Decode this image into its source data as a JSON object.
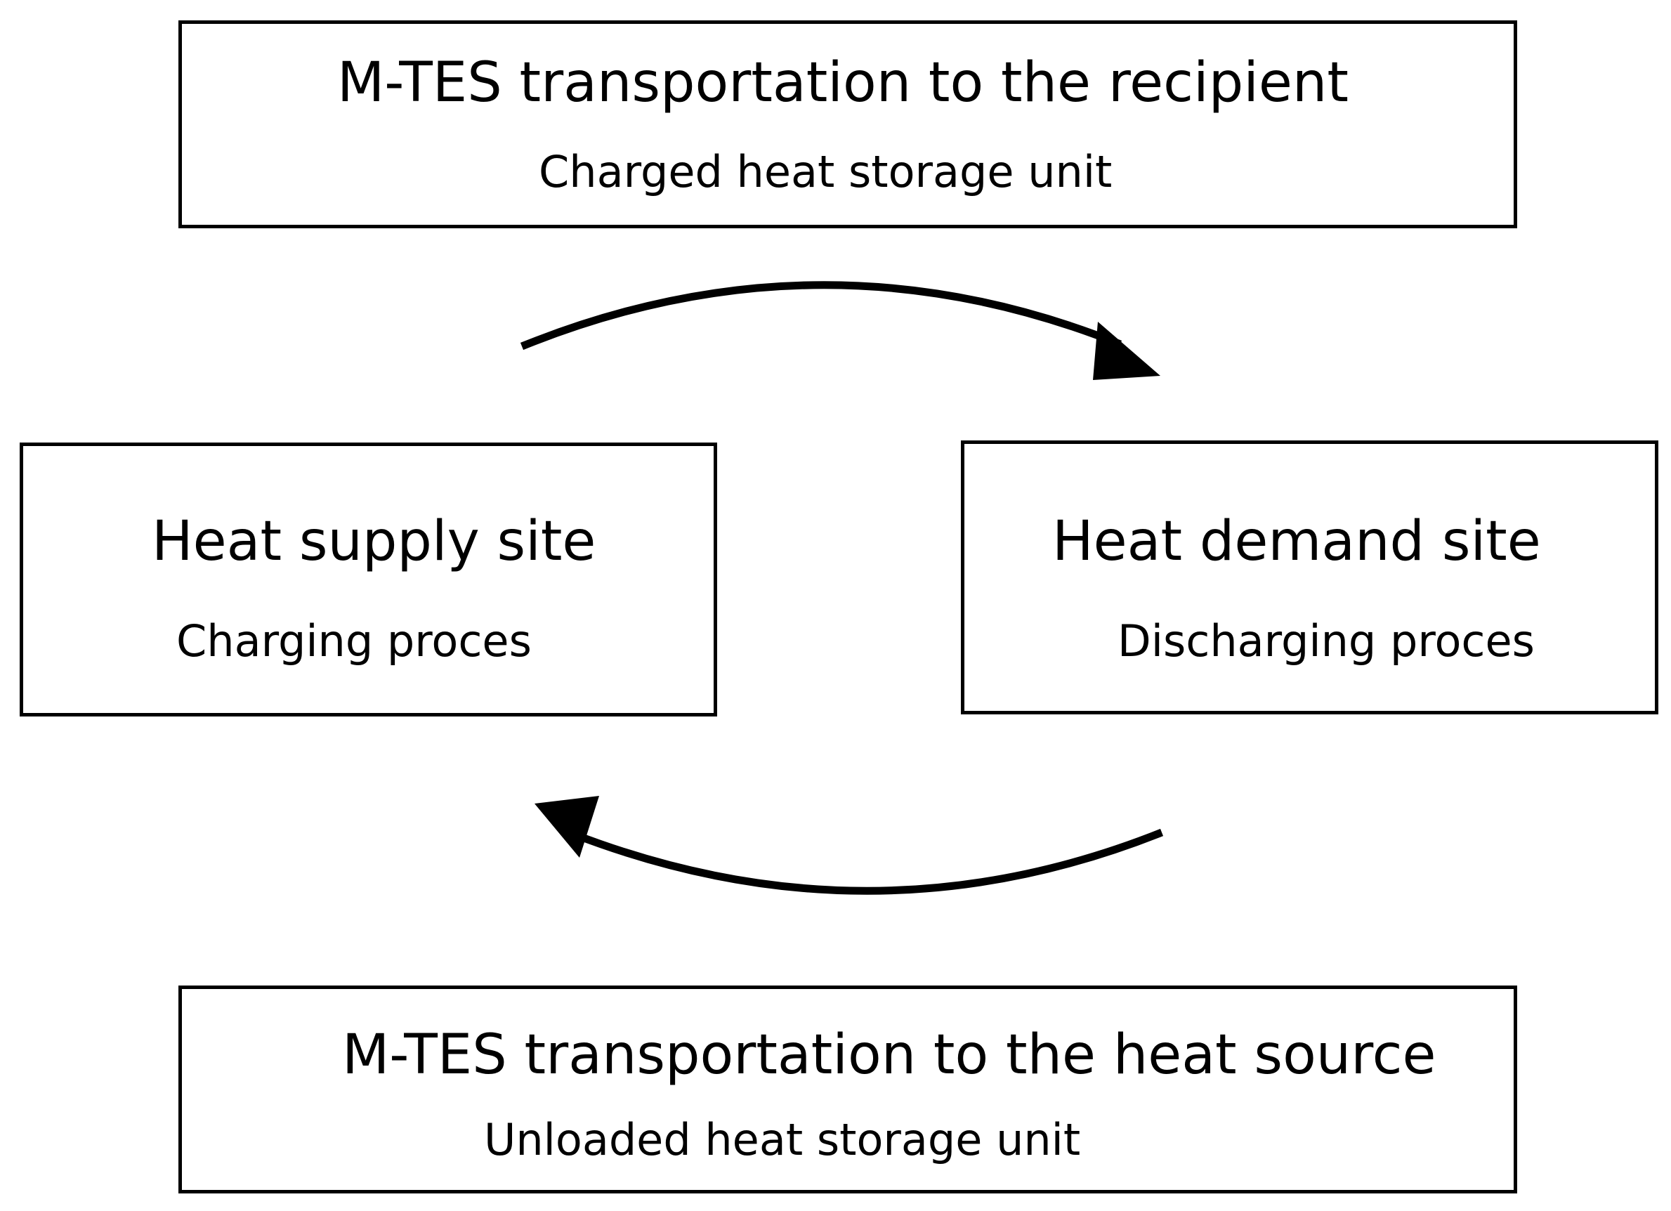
{
  "diagram": {
    "top_box": {
      "title": "M-TES transportation to the recipient",
      "subtitle": "Charged heat storage unit"
    },
    "left_box": {
      "title": "Heat supply site",
      "subtitle": "Charging proces"
    },
    "right_box": {
      "title": "Heat demand site",
      "subtitle": "Discharging proces"
    },
    "bottom_box": {
      "title": "M-TES transportation to the heat source",
      "subtitle": "Unloaded heat storage unit"
    },
    "arrows": [
      {
        "from": "left_box",
        "to": "right_box",
        "direction": "clockwise-top"
      },
      {
        "from": "right_box",
        "to": "left_box",
        "direction": "clockwise-bottom"
      }
    ],
    "colors": {
      "stroke": "#000000",
      "background": "#ffffff"
    }
  }
}
